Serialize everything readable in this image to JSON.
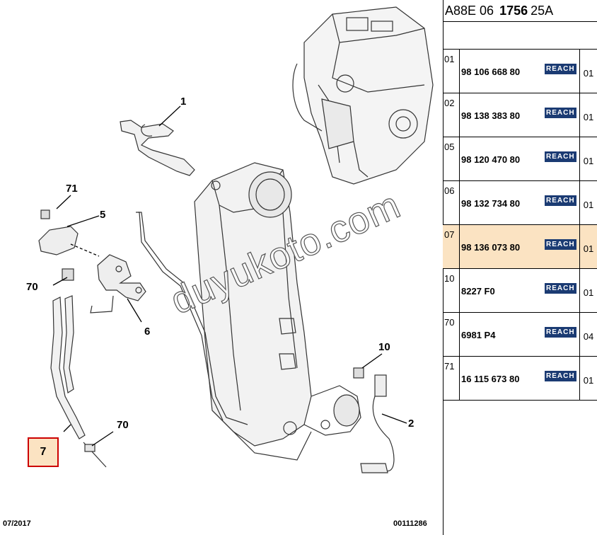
{
  "diagram": {
    "callouts": [
      {
        "id": "1",
        "label": "1"
      },
      {
        "id": "2",
        "label": "2"
      },
      {
        "id": "5",
        "label": "5"
      },
      {
        "id": "6",
        "label": "6"
      },
      {
        "id": "7",
        "label": "7"
      },
      {
        "id": "10",
        "label": "10"
      },
      {
        "id": "70a",
        "label": "70"
      },
      {
        "id": "70b",
        "label": "70"
      },
      {
        "id": "71",
        "label": "71"
      }
    ],
    "watermark": "duyukoto.com",
    "date": "07/2017",
    "code": "00111286"
  },
  "panel": {
    "title_prefix": "A88E 06",
    "title_bold": "1756",
    "title_suffix": "25A",
    "reach_label": "REACH",
    "rows": [
      {
        "ref": "01",
        "part": "98 106 668 80",
        "qty": "01"
      },
      {
        "ref": "02",
        "part": "98 138 383 80",
        "qty": "01"
      },
      {
        "ref": "05",
        "part": "98 120 470 80",
        "qty": "01"
      },
      {
        "ref": "06",
        "part": "98 132 734 80",
        "qty": "01"
      },
      {
        "ref": "07",
        "part": "98 136 073 80",
        "qty": "01"
      },
      {
        "ref": "10",
        "part": "8227 F0",
        "qty": "01"
      },
      {
        "ref": "70",
        "part": "6981 P4",
        "qty": "04"
      },
      {
        "ref": "71",
        "part": "16 115 673 80",
        "qty": "01"
      }
    ],
    "selected_ref": "07"
  },
  "colors": {
    "highlight": "#fbe3c2",
    "selection_border": "#cc0000",
    "reach_badge": "#1b3b73"
  }
}
